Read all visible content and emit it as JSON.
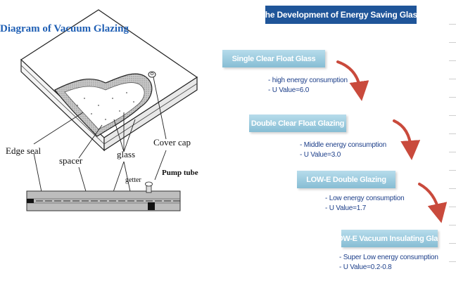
{
  "left_title": "Diagram of Vacuum Glazing",
  "labels": {
    "edge_seal": "Edge seal",
    "spacer": "spacer",
    "glass": "glass",
    "cover_cap": "Cover cap",
    "getter": "getter",
    "pump_tube": "Pump tube"
  },
  "banner": "The Development of Energy Saving Glass",
  "stages": [
    {
      "name": "Single Clear Float Glass",
      "consumption": "- high energy consumption",
      "u_value": "- U Value=6.0"
    },
    {
      "name": "Double Clear Float Glazing",
      "consumption": "- Middle energy consumption",
      "u_value": "- U Value=3.0"
    },
    {
      "name": "LOW-E Double Glazing",
      "consumption": "- Low energy consumption",
      "u_value": "- U Value=1.7"
    },
    {
      "name": "OW-E Vacuum Insulating Glas",
      "consumption": "- Super Low energy consumption",
      "u_value": "- U Value=0.2-0.8"
    }
  ],
  "colors": {
    "banner": "#1f5599",
    "stage": "#9ccbe0",
    "arrow": "#c94a3c",
    "note_text": "#1d3f8a",
    "title": "#1f5fb4"
  }
}
